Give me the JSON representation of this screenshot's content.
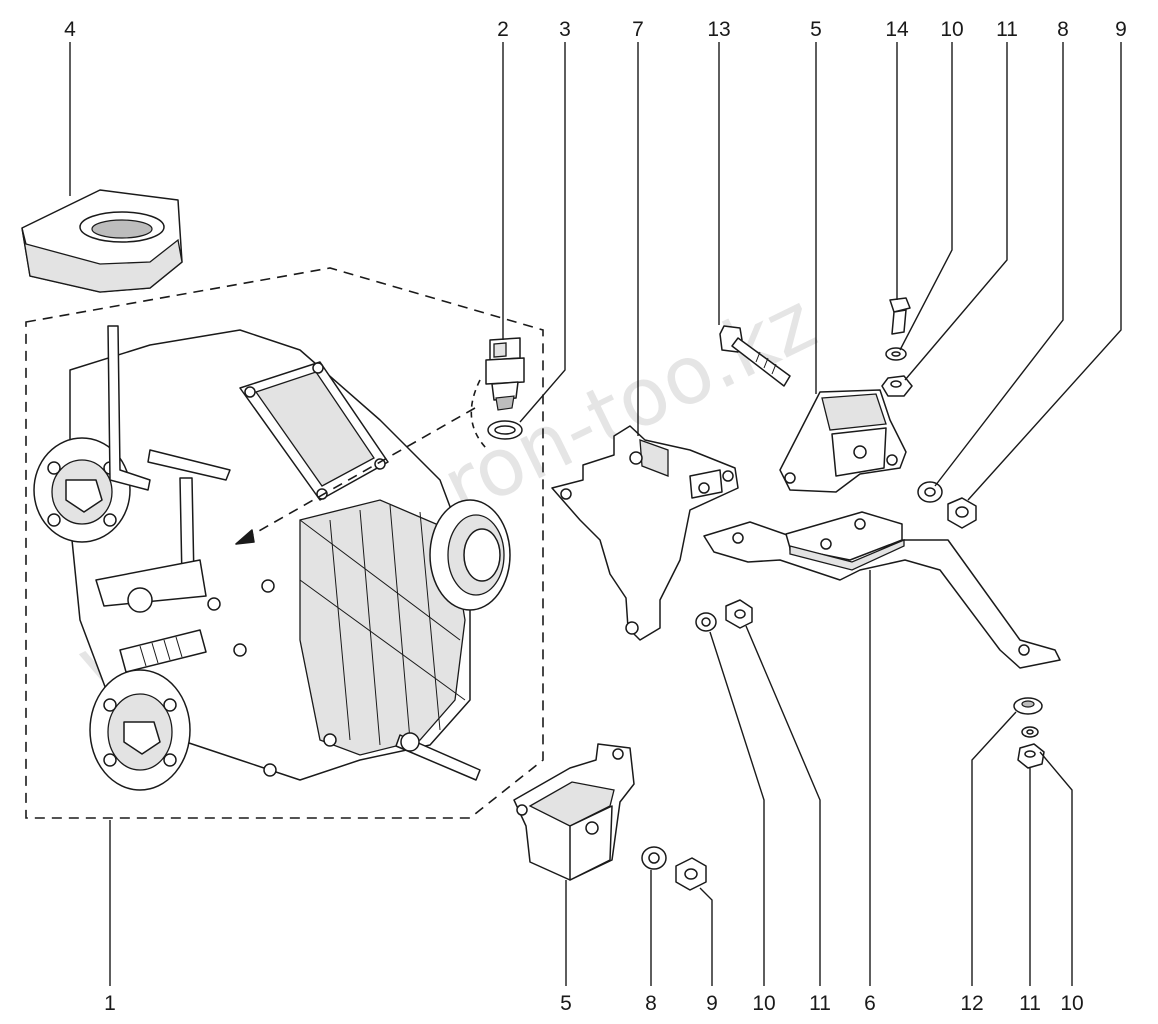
{
  "callouts": {
    "top": [
      "4",
      "2",
      "3",
      "7",
      "13",
      "5",
      "14",
      "10",
      "11",
      "8",
      "9"
    ],
    "bottom": [
      "1",
      "5",
      "8",
      "9",
      "10",
      "11",
      "6",
      "12",
      "11",
      "10"
    ]
  },
  "watermark": "www.simhron-too.kz"
}
